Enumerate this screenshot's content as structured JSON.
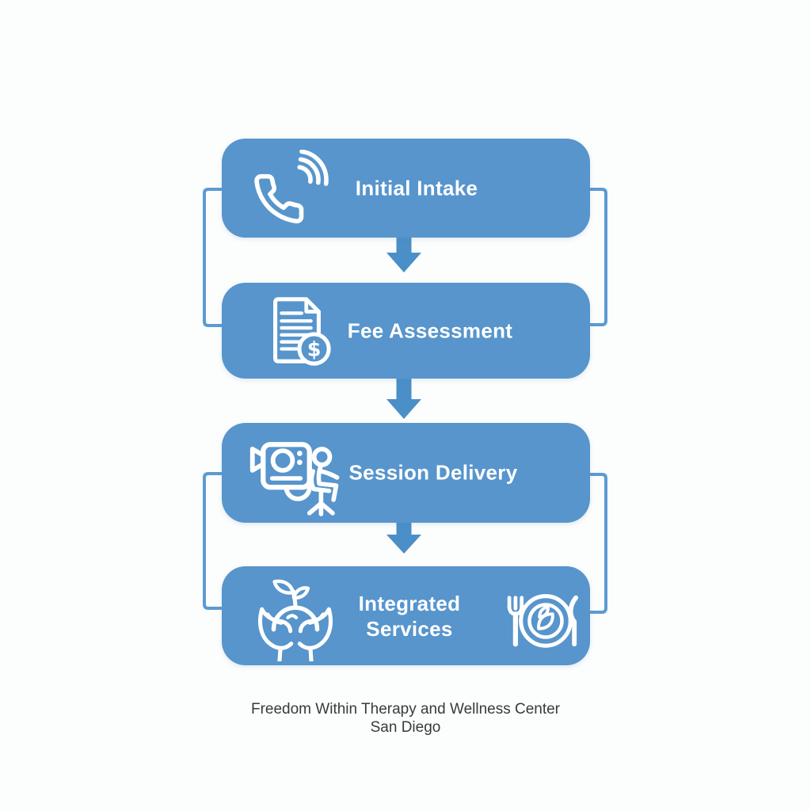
{
  "theme": {
    "node_blue": "#5795cc",
    "arrow_blue": "#4a8fc7",
    "connector_blue": "#5b9bd3",
    "background": "#fcfdfd",
    "text_white": "#ffffff",
    "caption_gray": "#3a3a3a"
  },
  "diagram": {
    "type": "flowchart",
    "nodes": [
      {
        "label": "Initial Intake",
        "icon": "phone-signal-icon"
      },
      {
        "label": "Fee Assessment",
        "icon": "document-dollar-icon"
      },
      {
        "label": "Session Delivery",
        "icon": "video-session-icon"
      },
      {
        "label": "Integrated Services",
        "icon_left": "hands-plant-icon",
        "icon_right": "plate-cutlery-icon"
      }
    ],
    "dollar_glyph": "$",
    "footer": {
      "line1": "Freedom Within Therapy and Wellness Center",
      "line2": "San Diego"
    }
  }
}
